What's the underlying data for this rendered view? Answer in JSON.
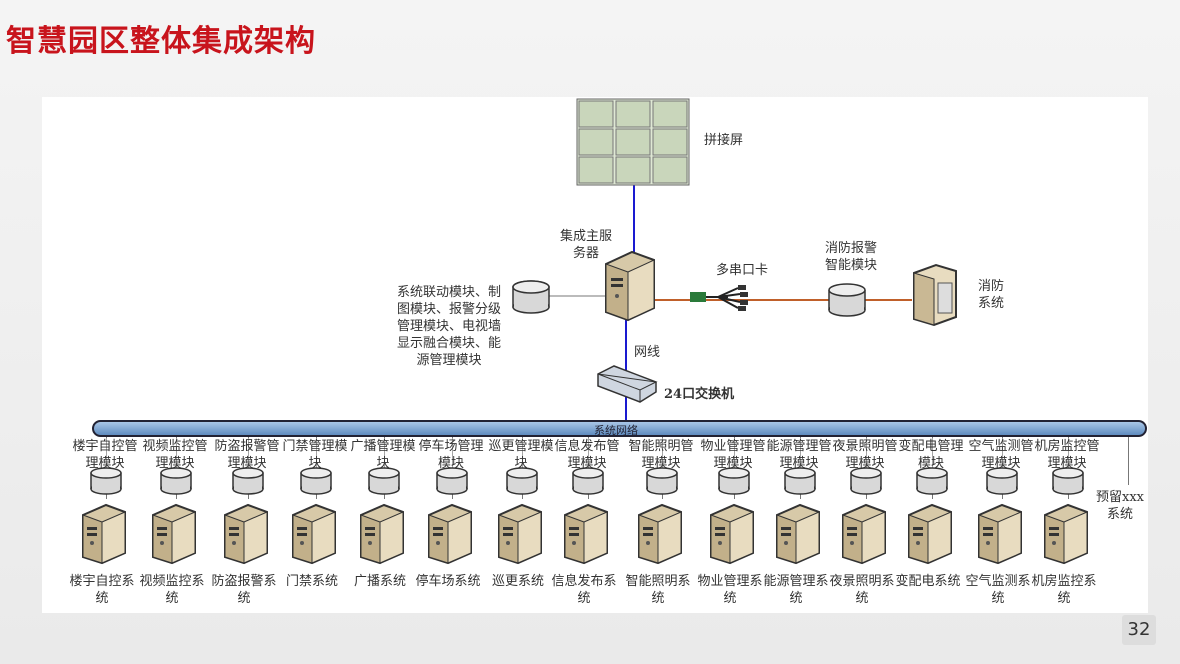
{
  "title": "智慧园区整体集成架构",
  "page_number": "32",
  "top": {
    "screen_label": "拼接屏",
    "main_server_label": "集成主服务器",
    "linkage_modules_label": "系统联动模块、制图模块、报警分级管理模块、电视墙显示融合模块、能源管理模块",
    "serial_card_label": "多串口卡",
    "fire_module_label": "消防报警智能模块",
    "fire_system_label": "消防系统",
    "cable_label": "网线",
    "switch_label": "24口交换机",
    "bus_label": "系统网络"
  },
  "subsystems": [
    {
      "module": "楼宇自控管理模块",
      "system": "楼宇自控系统"
    },
    {
      "module": "视频监控管理模块",
      "system": "视频监控系统"
    },
    {
      "module": "防盗报警管理模块",
      "system": "防盗报警系统"
    },
    {
      "module": "门禁管理模块",
      "system": "门禁系统"
    },
    {
      "module": "广播管理模块",
      "system": "广播系统"
    },
    {
      "module": "停车场管理模块",
      "system": "停车场系统"
    },
    {
      "module": "巡更管理模块",
      "system": "巡更系统"
    },
    {
      "module": "信息发布管理模块",
      "system": "信息发布系统"
    },
    {
      "module": "智能照明管理模块",
      "system": "智能照明系统"
    },
    {
      "module": "物业管理管理模块",
      "system": "物业管理系统"
    },
    {
      "module": "能源管理管理模块",
      "system": "能源管理系统"
    },
    {
      "module": "夜景照明管理模块",
      "system": "夜景照明系统"
    },
    {
      "module": "变配电管理模块",
      "system": "变配电系统"
    },
    {
      "module": "空气监测管理模块",
      "system": "空气监测系统"
    },
    {
      "module": "机房监控管理模块",
      "system": "机房监控系统"
    }
  ],
  "reserved": "预留xxx系统",
  "colors": {
    "title": "#c8141c",
    "uplink": "#1a1ad0",
    "serial_link": "#c0602a",
    "bus": "#6f98c8"
  }
}
